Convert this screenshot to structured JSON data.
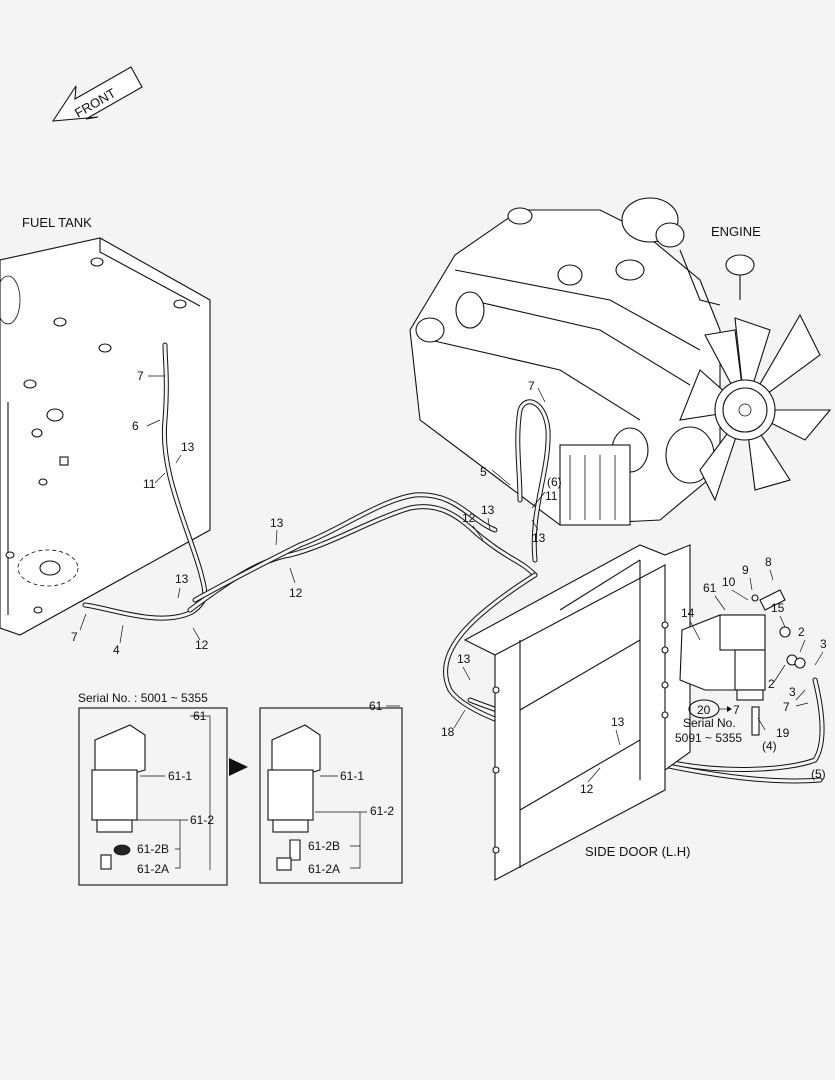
{
  "colors": {
    "background": "#f4f4f4",
    "line": "#111111"
  },
  "front_arrow": {
    "label": "FRONT"
  },
  "captions": {
    "fuel_tank": "FUEL TANK",
    "engine": "ENGINE",
    "side_door": "SIDE DOOR (L.H)"
  },
  "inset_left": {
    "serial": "Serial No. : 5001 ~ 5355",
    "labels": [
      "61",
      "61-1",
      "61-2",
      "61-2B",
      "61-2A"
    ]
  },
  "inset_right": {
    "labels": [
      "61",
      "61-1",
      "61-2",
      "61-2B",
      "61-2A"
    ]
  },
  "serial_note": {
    "circled": "20",
    "item": "7",
    "line1": "Serial No.",
    "line2": "5091 ~ 5355"
  },
  "callouts": [
    "7",
    "6",
    "13",
    "11",
    "7",
    "4",
    "13",
    "12",
    "13",
    "12",
    "12",
    "13",
    "11",
    "13",
    "5",
    "7",
    "(6)",
    "8",
    "9",
    "10",
    "61",
    "14",
    "15",
    "2",
    "3",
    "2",
    "3",
    "7",
    "19",
    "(4)",
    "(5)",
    "13",
    "18",
    "13",
    "12"
  ]
}
